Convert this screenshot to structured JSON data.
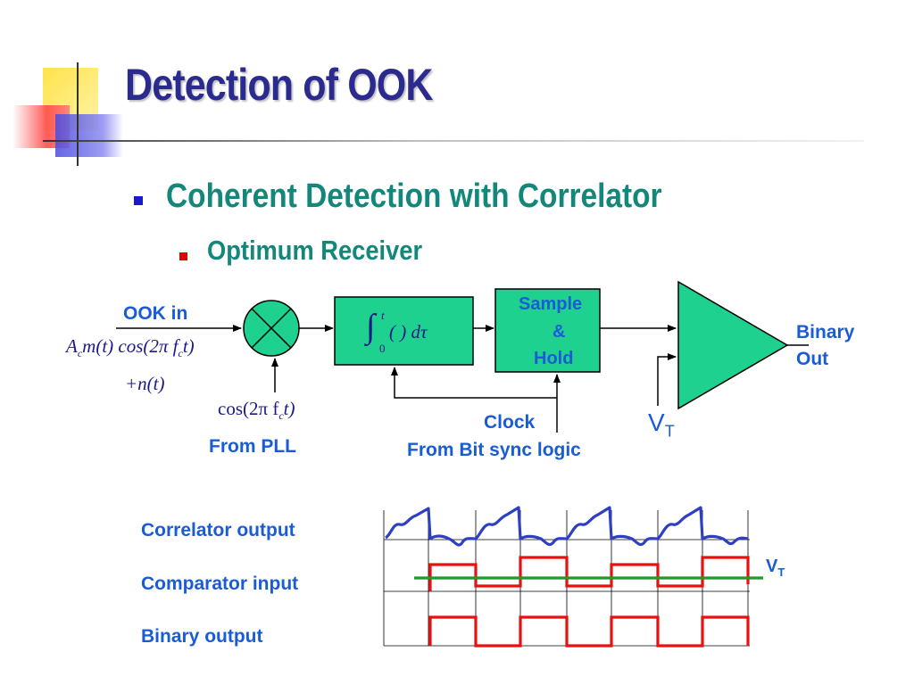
{
  "slide": {
    "title": "Detection of OOK",
    "bullet1": "Coherent Detection with Correlator",
    "bullet2": "Optimum Receiver"
  },
  "diagram": {
    "input_label": "OOK in",
    "input_signal_line1": "A",
    "input_signal_sub": "c",
    "input_signal_rest": "m(t) cos(2π f",
    "input_signal_sub2": "c",
    "input_signal_end": "t)",
    "noise_term": "+n(t)",
    "reference_pre": "cos(2π f",
    "reference_sub": "c",
    "reference_post": "t)",
    "reference_source": "From PLL",
    "integrator": {
      "upper_limit": "t",
      "lower_limit": "0",
      "integrand": "( ) dτ"
    },
    "sample_hold": [
      "Sample",
      "&",
      "Hold"
    ],
    "clock_label": "Clock",
    "clock_source": "From Bit sync logic",
    "threshold": "V",
    "threshold_sub": "T",
    "output_label": [
      "Binary",
      "Out"
    ],
    "colors": {
      "block_fill": "#1FD18E",
      "label_blue": "#1A5CD6",
      "wave_red": "#E81010",
      "wave_blue": "#2E3FC2",
      "threshold_green": "#1D9A2B"
    }
  },
  "timing": {
    "rows": [
      "Correlator output",
      "Comparator input",
      "Binary output"
    ],
    "threshold_label": "V",
    "threshold_sub": "T"
  }
}
